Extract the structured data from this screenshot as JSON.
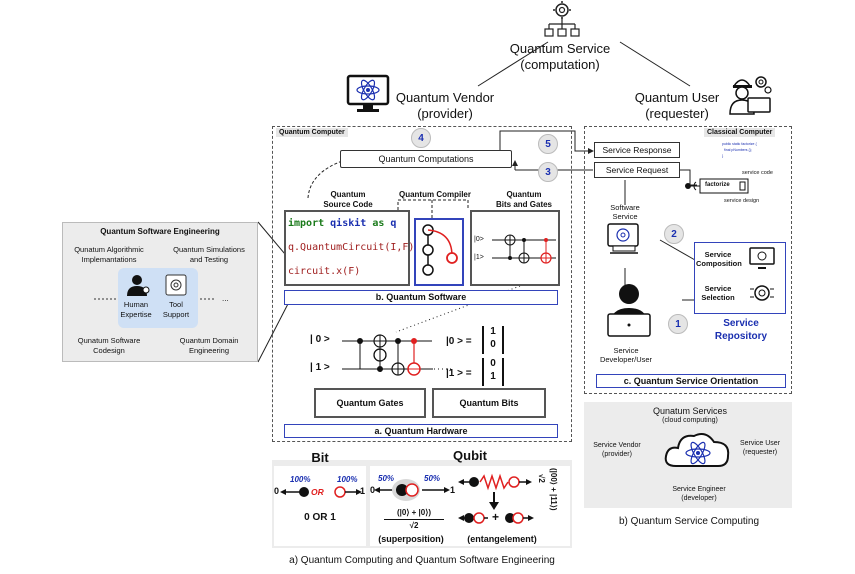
{
  "top": {
    "service_title": "Quantum Service",
    "service_sub": "(computation)",
    "vendor_title": "Quantum Vendor",
    "vendor_sub": "(provider)",
    "user_title": "Quantum User",
    "user_sub": "(requester)"
  },
  "qc": {
    "tag": "Quantum Computer",
    "computations": "Quantum Computations",
    "source_code_title": [
      "Quantum",
      "Source Code"
    ],
    "compiler_title": "Quantum Compiler",
    "bits_gates_title": [
      "Quantum",
      "Bits and Gates"
    ],
    "code_line1_kw": "import",
    "code_line1_mod": "qiskit",
    "code_line1_as": "as",
    "code_line1_q": "q",
    "code_line2": "q.QuantumCircuit(I,F)",
    "code_line3": "circuit.x(F)",
    "bit0": "|0>",
    "bit1": "|1>",
    "software_bar": "b. Quantum Software",
    "ket0": "| 0 >",
    "ket1": "| 1 >",
    "ket0_eq": "|0 > =",
    "ket1_eq": "|1 > =",
    "vec0": [
      "1",
      "0"
    ],
    "vec1": [
      "0",
      "1"
    ],
    "gates_box": "Quantum Gates",
    "bits_box": "Quantum Bits",
    "hardware_bar": "a. Quantum Hardware",
    "step4": "4",
    "step5": "5",
    "step3": "3",
    "step2": "2",
    "step1": "1"
  },
  "qse": {
    "title": "Quantum Software Engineering",
    "item1": [
      "Qunatum Algorithmic",
      "Implemantations"
    ],
    "item2": [
      "Quantum Simulations",
      "and Testing"
    ],
    "item3": [
      "Qunatum Software",
      "Codesign"
    ],
    "item4": [
      "Quantum Domain",
      "Engineering"
    ],
    "human": [
      "Human",
      "Expertise"
    ],
    "tool": [
      "Tool",
      "Support"
    ],
    "ellipsis": "..."
  },
  "classical": {
    "tag": "Classical Computer",
    "response": "Service Response",
    "request": "Service Request",
    "code_line1": "public static factorize {",
    "code_line2": "final pNumbers {};",
    "code_line3": "}",
    "service_code": "service code",
    "factorize": "factorize",
    "service_design": "service design",
    "software_service": [
      "Software",
      "Service"
    ],
    "composition": [
      "Service",
      "Composition"
    ],
    "selection": [
      "Service",
      "Selection"
    ],
    "repository": [
      "Service",
      "Repository"
    ],
    "developer": [
      "Service",
      "Developer/User"
    ],
    "orientation_bar": "c. Quantum Service Orientation"
  },
  "bits": {
    "bit_title": "Bit",
    "qubit_title": "Qubit",
    "pct100a": "100%",
    "pct100b": "100%",
    "zero": "0",
    "one": "1",
    "or": "OR",
    "zero_or_one": "0 OR 1",
    "pct50a": "50%",
    "pct50b": "50%",
    "superposition_num": "(|0⟩ + |0⟩)",
    "superposition_den": "√2",
    "superposition": "(superposition)",
    "entanglement": "(entangelement)",
    "ent_formula": "(|00⟩ + |11⟩)",
    "ent_den": "√2",
    "plus": "+"
  },
  "cloud": {
    "title": "Qunatum Services",
    "sub": "(cloud computing)",
    "vendor": [
      "Service Vendor",
      "(provider)"
    ],
    "user": [
      "Service User",
      "(requester)"
    ],
    "engineer": [
      "Service Engineer",
      "(developer)"
    ]
  },
  "captions": {
    "a": "a) Quantum Computing and Quantum Software Engineering",
    "b": "b) Quantum Service Computing"
  },
  "colors": {
    "accent_blue": "#1a2fb0",
    "qubit_red": "#e02020",
    "panel_gray": "#ececec"
  }
}
